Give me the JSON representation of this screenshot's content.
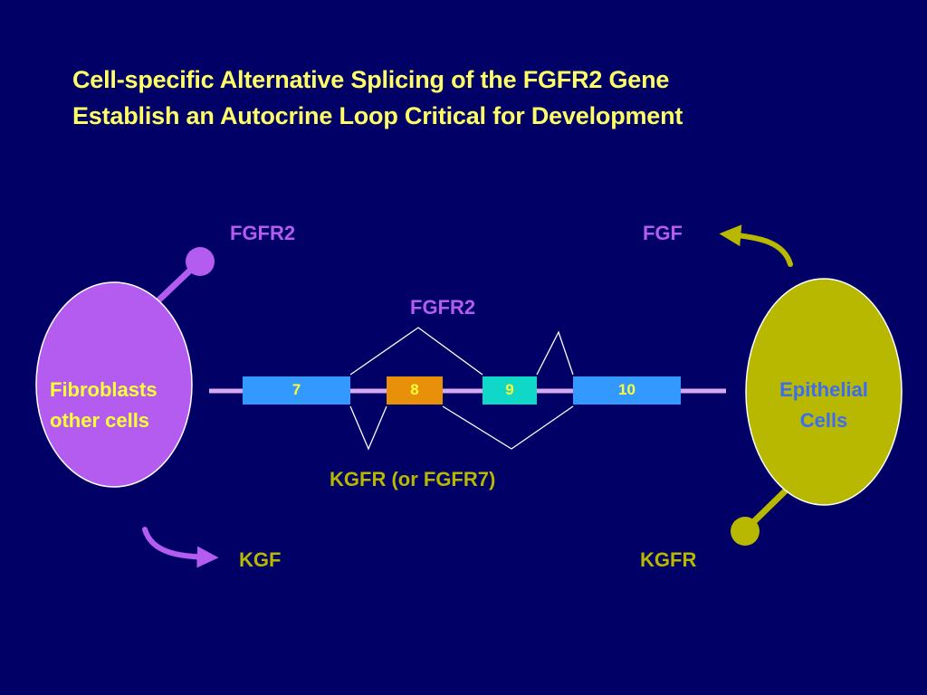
{
  "title": {
    "line1": "Cell-specific Alternative Splicing of the FGFR2 Gene",
    "line2": "Establish an Autocrine Loop Critical for Development"
  },
  "colors": {
    "background": "#000066",
    "title": "#ffff66",
    "purple": "#b45cf0",
    "olive": "#b8b800",
    "exon_blue": "#3399ff",
    "exon_orange": "#e8900a",
    "exon_teal": "#10d8c8",
    "intron_line": "#d8a8f0",
    "epithelial_text": "#3c6cf0"
  },
  "cells": {
    "left": {
      "line1": "Fibroblasts",
      "line2": "other cells"
    },
    "right": {
      "line1": "Epithelial",
      "line2": "Cells"
    }
  },
  "labels": {
    "fgfr2_top_left": "FGFR2",
    "fgf_top_right": "FGF",
    "fgfr2_splice": "FGFR2",
    "kgfr_splice": "KGFR (or FGFR7)",
    "kgf_bottom_left": "KGF",
    "kgfr_bottom_right": "KGFR"
  },
  "exons": [
    {
      "number": "7"
    },
    {
      "number": "8"
    },
    {
      "number": "9"
    },
    {
      "number": "10"
    }
  ]
}
